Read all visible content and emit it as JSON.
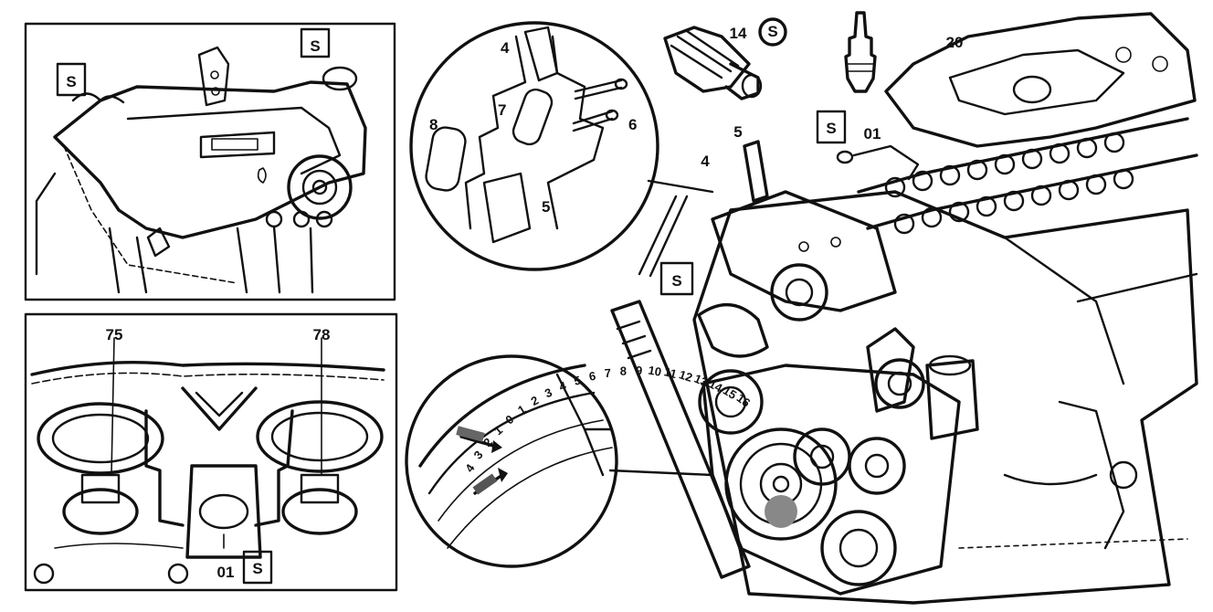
{
  "diagram": {
    "tool_symbol": "S",
    "top_inset_labels": [],
    "bottom_inset_labels": {
      "left": "75",
      "right": "78",
      "center": "01"
    },
    "chain_detail_labels": [
      "4",
      "7",
      "8",
      "6",
      "5"
    ],
    "main_labels": {
      "plug": "14",
      "cover": "20",
      "bolt": "01",
      "rail_top": "5",
      "rail_side": "4"
    },
    "timing_scale": [
      "4",
      "3",
      "2",
      "1",
      "0",
      "1",
      "2",
      "3",
      "4",
      "5",
      "6",
      "7",
      "8",
      "9",
      "10",
      "11",
      "12",
      "13",
      "14",
      "15",
      "16"
    ]
  }
}
